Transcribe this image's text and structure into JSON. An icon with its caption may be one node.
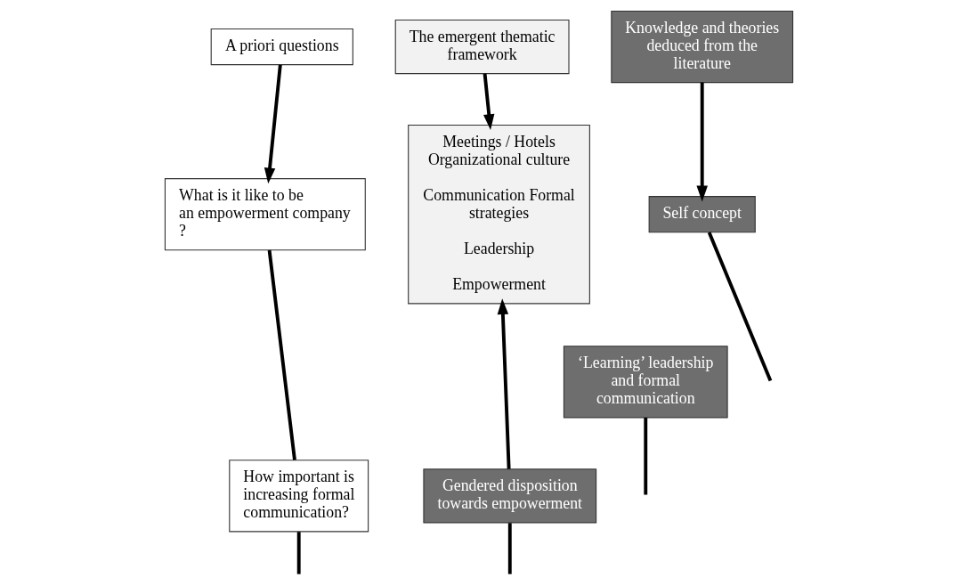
{
  "diagram": {
    "nodes": [
      {
        "text": [
          "A priori questions"
        ]
      },
      {
        "text": [
          "The emergent thematic framework"
        ]
      },
      {
        "text": [
          "Knowledge and theories deduced from the literature"
        ]
      },
      {
        "text": [
          "What is it like to be an empowerment company ?"
        ]
      },
      {
        "text": [
          "Meetings / Hotels Organizational culture",
          "Communication Formal strategies",
          "Leadership",
          "Empowerment"
        ]
      },
      {
        "text": [
          "Self concept"
        ]
      },
      {
        "text": [
          "‘Learning’ leadership and formal communication"
        ]
      },
      {
        "text": [
          "How important is increasing formal communication?"
        ]
      },
      {
        "text": [
          "Gendered disposition towards empowerment"
        ]
      }
    ],
    "edges": [
      {
        "from": 0,
        "to": 3,
        "arrow": "to"
      },
      {
        "from": 1,
        "to": 4,
        "arrow": "to"
      },
      {
        "from": 2,
        "to": 5,
        "arrow": "to"
      },
      {
        "from": 3,
        "to": 7,
        "arrow": "none"
      },
      {
        "from": 5,
        "to": null,
        "arrow": "none"
      },
      {
        "from": 6,
        "to": null,
        "arrow": "none"
      },
      {
        "from": 8,
        "to": null,
        "arrow": "none"
      },
      {
        "from": 7,
        "to": null,
        "arrow": "none"
      },
      {
        "from": 8,
        "to": 4,
        "arrow": "to"
      }
    ]
  }
}
